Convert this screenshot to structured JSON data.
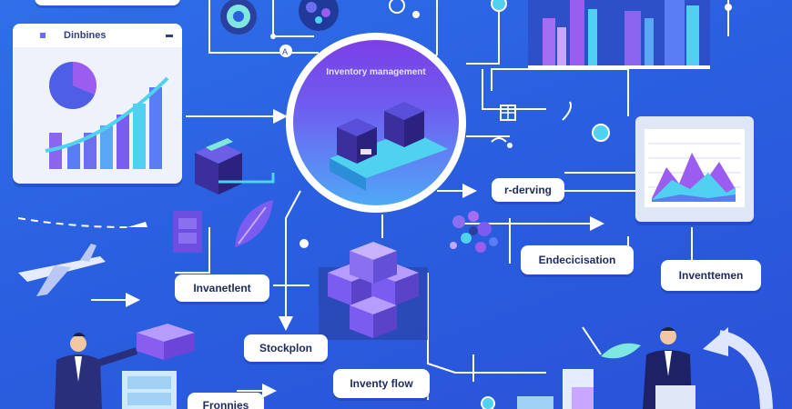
{
  "title": "Inventory management",
  "labels": {
    "dashboard": "Dinbines",
    "reordering": "r-derving",
    "endecisation": "Endecicisation",
    "inventtemen": "Inventtemen",
    "invanetlent": "Invanetlent",
    "stockplan": "Stockplon",
    "inventory_flow": "Inventy flow",
    "bottom": "Fronnies"
  },
  "colors": {
    "background": "#2f6fe8",
    "accent_purple": "#7b3fe6",
    "accent_cyan": "#4fd1f0",
    "box_dark": "#3a2f9c",
    "white": "#ffffff"
  },
  "icons": [
    "gear-icon",
    "network-icon",
    "pin-icon",
    "leaf-icon",
    "airplane-icon",
    "cabinet-icon",
    "box-icon",
    "cubes-icon",
    "molecule-icon",
    "arrow-icon",
    "chart-icon",
    "person-icon"
  ]
}
